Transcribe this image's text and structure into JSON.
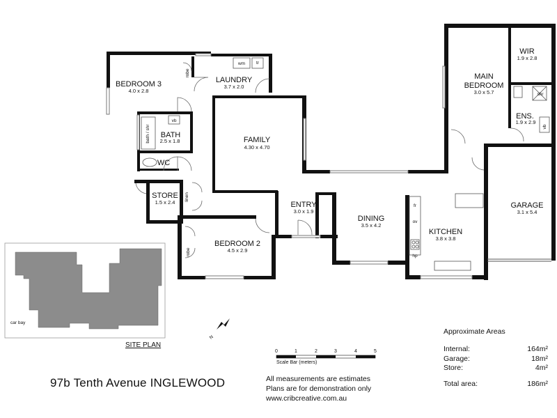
{
  "rooms": {
    "bedroom3": {
      "name": "BEDROOM 3",
      "dim": "4.0 x 2.8"
    },
    "laundry": {
      "name": "LAUNDRY",
      "dim": "3.7 x 2.0"
    },
    "bath": {
      "name": "BATH",
      "dim": "2.5 x 1.8"
    },
    "wc": {
      "name": "WC"
    },
    "family": {
      "name": "FAMILY",
      "dim": "4.30 x 4.70"
    },
    "store": {
      "name": "STORE",
      "dim": "1.5 x 2.4"
    },
    "entry": {
      "name": "ENTRY",
      "dim": "3.0 x 1.9"
    },
    "bedroom2": {
      "name": "BEDROOM 2",
      "dim": "4.5 x 2.9"
    },
    "dining": {
      "name": "DINING",
      "dim": "3.5 x 4.2"
    },
    "kitchen": {
      "name": "KITCHEN",
      "dim": "3.8 x 3.8"
    },
    "main_bedroom": {
      "name_line1": "MAIN",
      "name_line2": "BEDROOM",
      "dim": "3.0 x 5.7"
    },
    "wir": {
      "name": "WIR",
      "dim": "1.9 x 2.8"
    },
    "ens": {
      "name": "ENS.",
      "dim": "1.9 x 2.9"
    },
    "garage": {
      "name": "GARAGE",
      "dim": "3.1 x 5.4"
    }
  },
  "fixtures": {
    "robe": "robe",
    "linen": "linen",
    "wm": "wm",
    "tr": "tr",
    "vb": "vb",
    "bath_shr": "bath / shr",
    "shr": "shr",
    "fr": "fr",
    "ov": "ov",
    "hp": "hp"
  },
  "site_plan": {
    "label": "SITE PLAN",
    "car_bay": "car bay"
  },
  "compass": {
    "label": "N"
  },
  "scale_bar": {
    "ticks": [
      "0",
      "1",
      "2",
      "3",
      "4",
      "5"
    ],
    "label": "Scale Bar (meters)"
  },
  "address": "97b Tenth Avenue INGLEWOOD",
  "notes": [
    "All measurements are estimates",
    "Plans are for demonstration only",
    "www.cribcreative.com.au"
  ],
  "areas": {
    "title": "Approximate Areas",
    "rows": [
      {
        "label": "Internal:",
        "value": "164m²"
      },
      {
        "label": "Garage:",
        "value": "18m²"
      },
      {
        "label": "Store:",
        "value": "4m²"
      }
    ],
    "total": {
      "label": "Total area:",
      "value": "186m²"
    }
  },
  "colors": {
    "wall": "#111111",
    "site_fill": "#8c8c8c",
    "site_bg": "#ffffff"
  }
}
